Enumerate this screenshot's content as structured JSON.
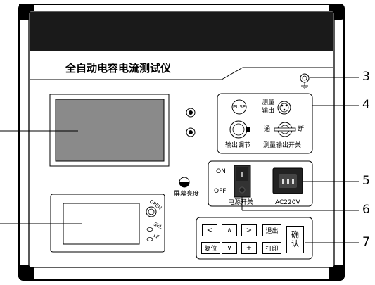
{
  "device": {
    "title": "全自动电容电流测试仪",
    "screen_brightness_label": "屏幕亮度",
    "fuse_label": "PUSE",
    "measure_output_label": [
      "测量",
      "输出"
    ],
    "output_adjust_label": "输出调节",
    "switch_on_label": "通",
    "switch_off_label": "断",
    "measure_switch_label": "测量输出开关",
    "power_on_label": "ON",
    "power_off_label": "OFF",
    "power_switch_label": "电源开关",
    "ac_label": "AC220V",
    "open_label": "OPEN",
    "sel_label": "SEL",
    "lf_label": "LF"
  },
  "keypad": {
    "row1": [
      "<",
      "∧",
      ">",
      "退出"
    ],
    "row2": [
      "复位",
      "∨",
      "+",
      "打印"
    ],
    "confirm": [
      "确",
      "认"
    ]
  },
  "callouts": [
    {
      "id": "3",
      "label": "3"
    },
    {
      "id": "4",
      "label": "4"
    },
    {
      "id": "5",
      "label": "5"
    },
    {
      "id": "6",
      "label": "6"
    },
    {
      "id": "7",
      "label": "7"
    }
  ],
  "colors": {
    "frame": "#000000",
    "display": "#8a8a8a",
    "top_band": "#1a1a1a",
    "socket_panel": "#333333"
  }
}
